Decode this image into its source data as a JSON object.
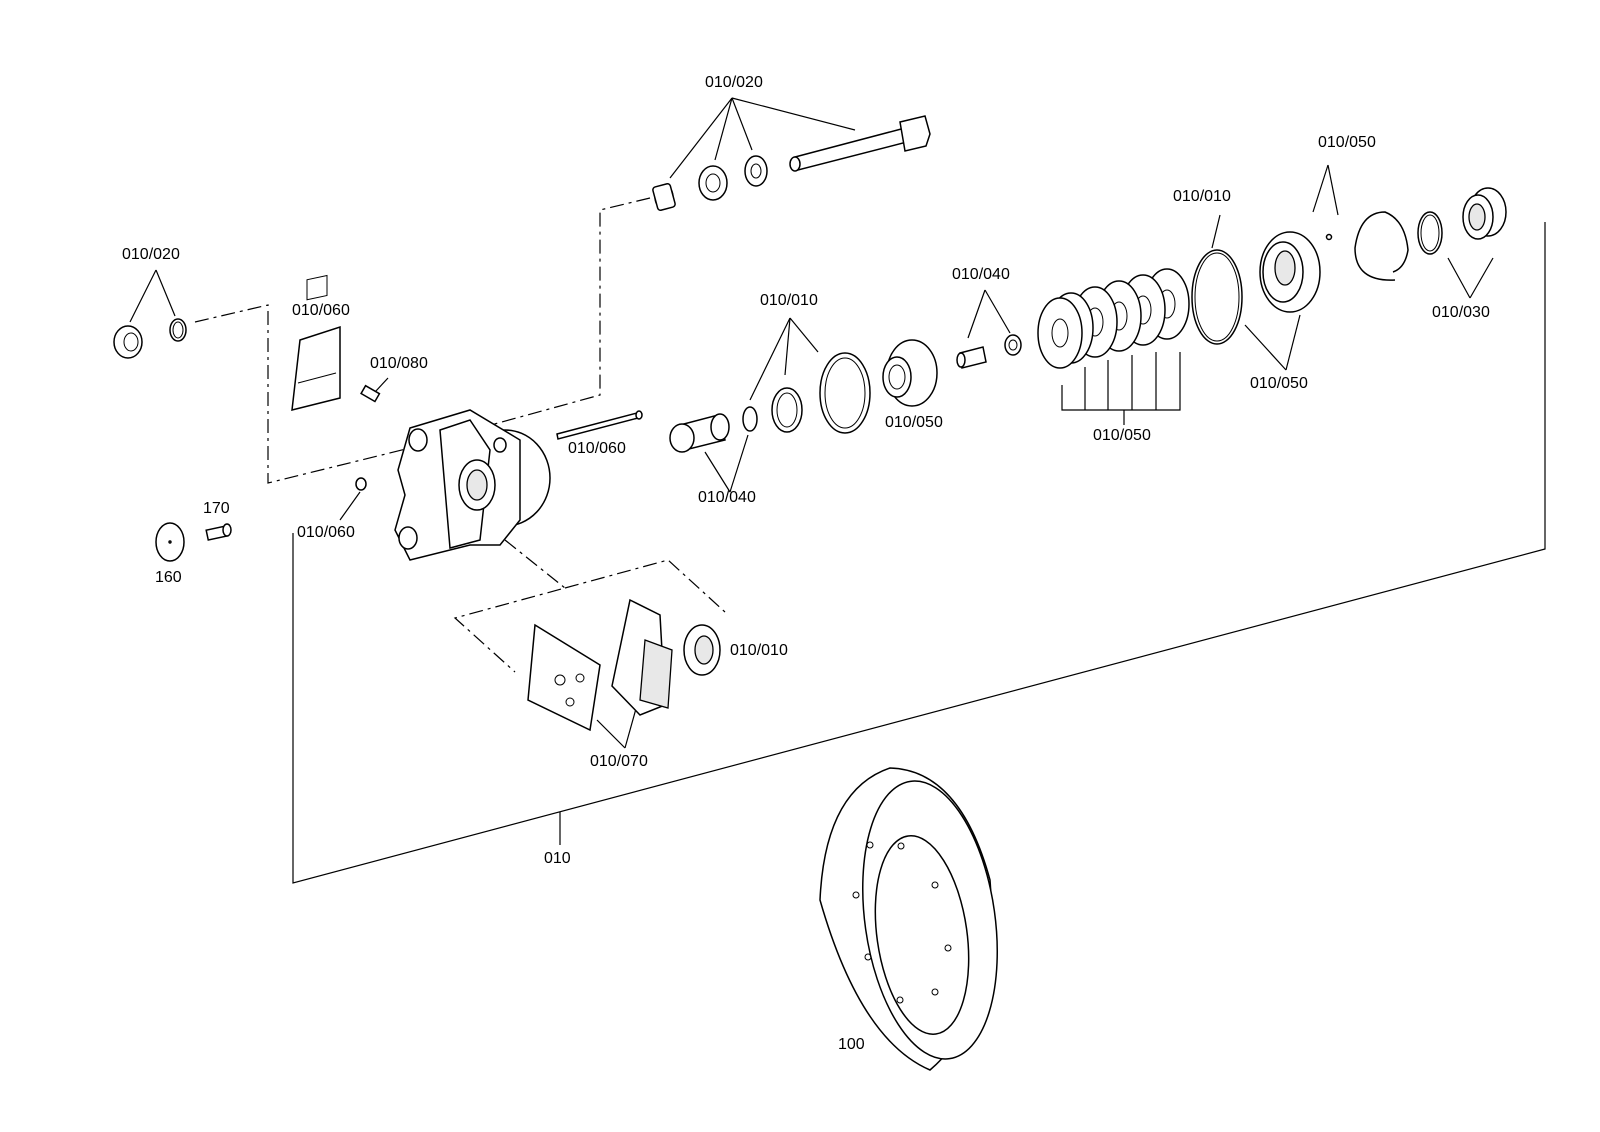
{
  "callouts": [
    "010/020",
    "010/020",
    "010/060",
    "010/080",
    "010/060",
    "170",
    "160",
    "010/060",
    "010/040",
    "010/010",
    "010/050",
    "010/040",
    "010/050",
    "010/010",
    "010/050",
    "010/050",
    "010/030",
    "010/010",
    "010/070",
    "010",
    "100"
  ]
}
